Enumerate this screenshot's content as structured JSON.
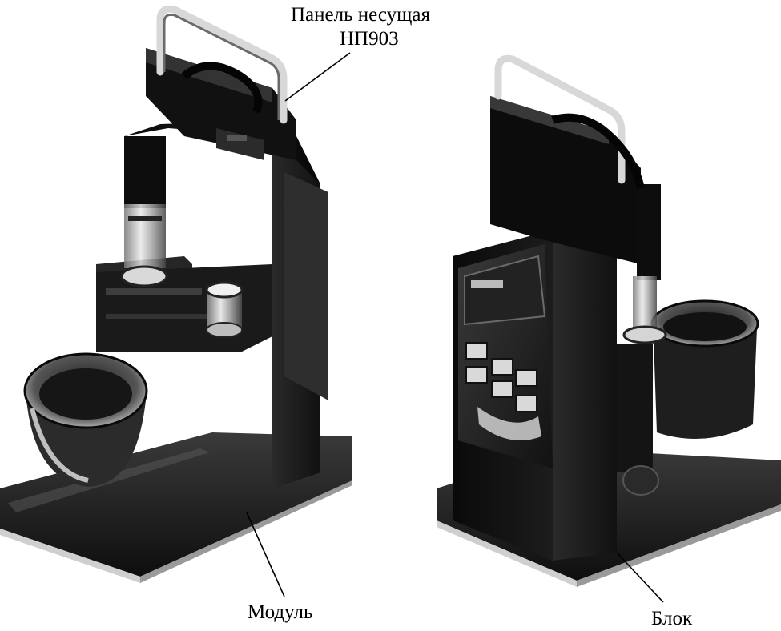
{
  "labels": {
    "panel_line1": "Панель несущая",
    "panel_line2": "НП903",
    "module": "Модуль",
    "block": "Блок"
  },
  "illustration": {
    "left_device": "module-assembly-photo",
    "right_device": "block-assembly-photo",
    "style": "black-and-white halftone photograph"
  }
}
